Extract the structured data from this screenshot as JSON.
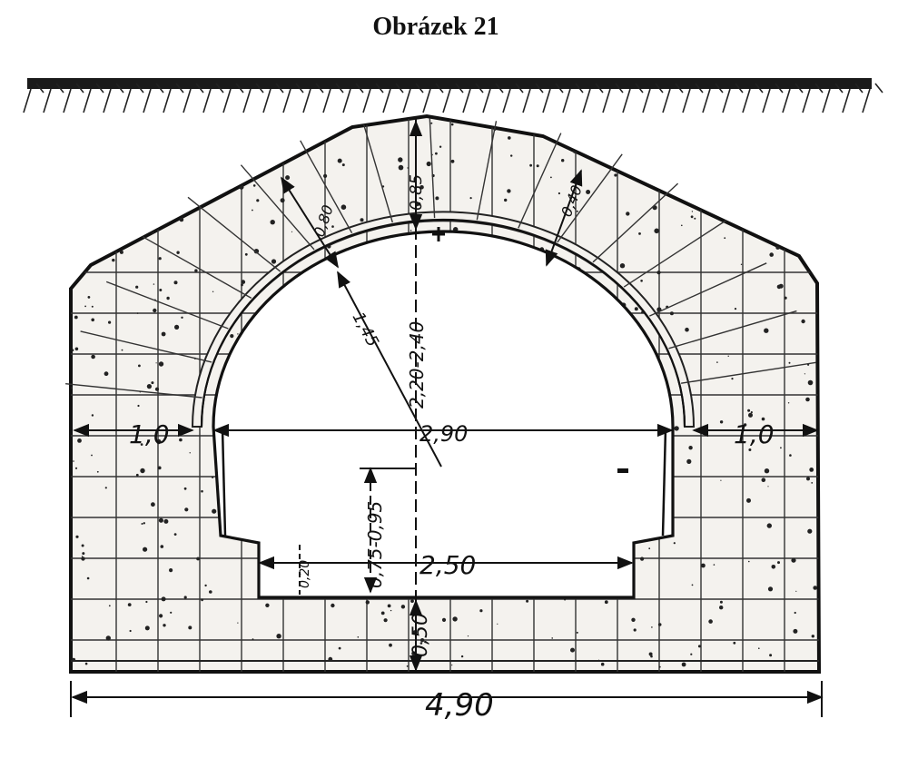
{
  "figure": {
    "title": "Obrázek 21"
  },
  "dimensions": {
    "total_width": "4,90",
    "floor_width": "2,50",
    "springing_width": "2,90",
    "base_thickness": "0,50",
    "wall_left": "1,0",
    "wall_right": "1,0",
    "crown_thickness": "0,85",
    "arch_thickness_left": "0,80",
    "arch_thickness_right": "0,40",
    "arch_radius": "1,45",
    "height_above_springing": "2,20-2,40",
    "height_below_springing": "0,75-0,95",
    "channel_depth": "0,20"
  },
  "colors": {
    "ink": "#111111",
    "concrete": "#f4f2ee",
    "paper": "#ffffff"
  }
}
